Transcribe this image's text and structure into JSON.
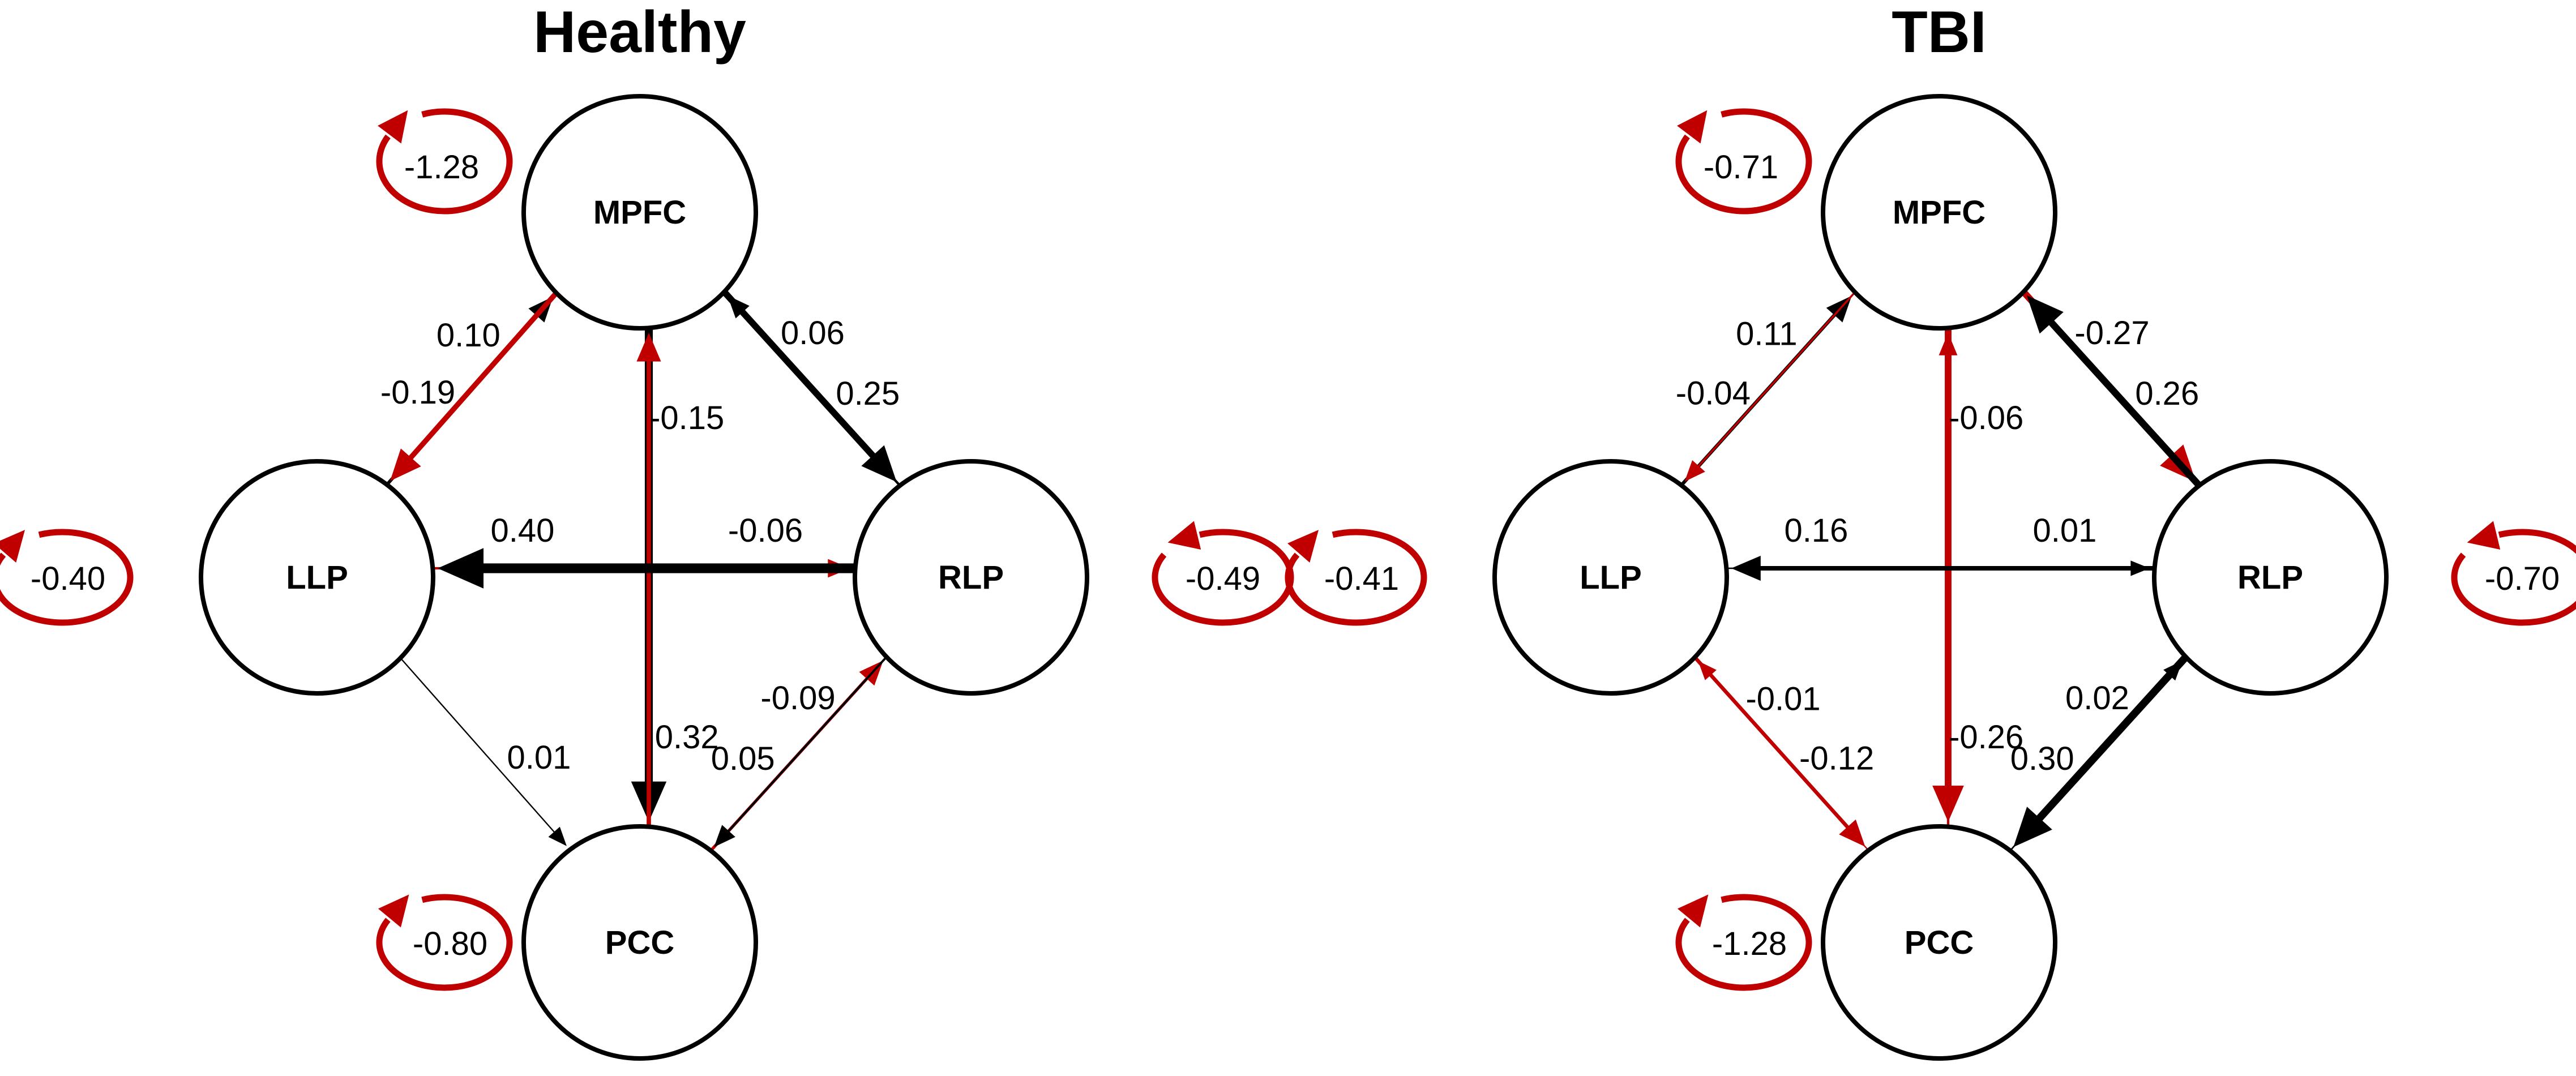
{
  "colors": {
    "positive": "#000000",
    "negative": "#C00000"
  },
  "nodes": [
    "MPFC",
    "LLP",
    "RLP",
    "PCC"
  ],
  "panels": [
    {
      "title": "Healthy",
      "self": {
        "MPFC": "-1.28",
        "LLP": "-0.40",
        "RLP": "-0.49",
        "PCC": "-0.80"
      },
      "edges": [
        {
          "from": "LLP",
          "to": "MPFC",
          "label": "0.10",
          "sign": "pos",
          "strength": 0.1
        },
        {
          "from": "MPFC",
          "to": "LLP",
          "label": "-0.19",
          "sign": "neg",
          "strength": 0.19
        },
        {
          "from": "MPFC",
          "to": "RLP",
          "label": "0.25",
          "sign": "pos",
          "strength": 0.25
        },
        {
          "from": "RLP",
          "to": "MPFC",
          "label": "0.06",
          "sign": "pos",
          "strength": 0.06
        },
        {
          "from": "MPFC",
          "to": "PCC",
          "label": "0.32",
          "sign": "pos",
          "strength": 0.32
        },
        {
          "from": "PCC",
          "to": "MPFC",
          "label": "-0.15",
          "sign": "neg",
          "strength": 0.15
        },
        {
          "from": "LLP",
          "to": "RLP",
          "label": "-0.06",
          "sign": "neg",
          "strength": 0.06
        },
        {
          "from": "RLP",
          "to": "LLP",
          "label": "0.40",
          "sign": "pos",
          "strength": 0.4
        },
        {
          "from": "LLP",
          "to": "PCC",
          "label": "0.01",
          "sign": "pos",
          "strength": 0.01
        },
        {
          "from": "PCC",
          "to": "RLP",
          "label": "-0.09",
          "sign": "neg",
          "strength": 0.09
        },
        {
          "from": "RLP",
          "to": "PCC",
          "label": "0.05",
          "sign": "pos",
          "strength": 0.05
        }
      ]
    },
    {
      "title": "TBI",
      "self": {
        "MPFC": "-0.71",
        "LLP": "-0.41",
        "RLP": "-0.70",
        "PCC": "-1.28"
      },
      "edges": [
        {
          "from": "LLP",
          "to": "MPFC",
          "label": "0.11",
          "sign": "pos",
          "strength": 0.11
        },
        {
          "from": "MPFC",
          "to": "LLP",
          "label": "-0.04",
          "sign": "neg",
          "strength": 0.04
        },
        {
          "from": "MPFC",
          "to": "RLP",
          "label": "0.26",
          "sign": "neg",
          "strength": 0.26
        },
        {
          "from": "RLP",
          "to": "MPFC",
          "label": "-0.27",
          "sign": "pos",
          "strength": 0.27
        },
        {
          "from": "MPFC",
          "to": "PCC",
          "label": "-0.26",
          "sign": "neg",
          "strength": 0.26
        },
        {
          "from": "PCC",
          "to": "MPFC",
          "label": "-0.06",
          "sign": "neg",
          "strength": 0.06
        },
        {
          "from": "LLP",
          "to": "RLP",
          "label": "0.01",
          "sign": "pos",
          "strength": 0.01
        },
        {
          "from": "RLP",
          "to": "LLP",
          "label": "0.16",
          "sign": "pos",
          "strength": 0.16
        },
        {
          "from": "LLP",
          "to": "PCC",
          "label": "-0.12",
          "sign": "neg",
          "strength": 0.12
        },
        {
          "from": "PCC",
          "to": "LLP",
          "label": "-0.01",
          "sign": "neg",
          "strength": 0.01
        },
        {
          "from": "PCC",
          "to": "RLP",
          "label": "0.02",
          "sign": "pos",
          "strength": 0.02
        },
        {
          "from": "RLP",
          "to": "PCC",
          "label": "0.30",
          "sign": "pos",
          "strength": 0.3
        }
      ]
    }
  ]
}
